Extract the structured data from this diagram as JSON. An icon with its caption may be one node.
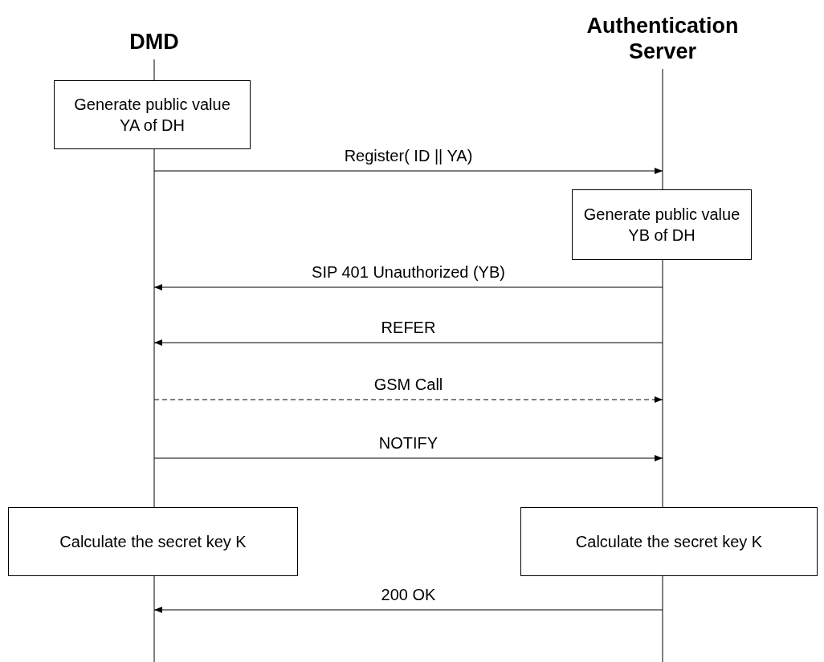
{
  "diagram": {
    "nodes": [
      {
        "text": [
          "DMD"
        ]
      },
      {
        "text": [
          "Authentication Server"
        ]
      },
      {
        "text": [
          "Generate public value YA of DH"
        ]
      },
      {
        "text": [
          "Generate public value YB of DH"
        ]
      },
      {
        "text": [
          "Calculate the secret key K"
        ]
      },
      {
        "text": [
          "Calculate the secret key K"
        ]
      }
    ],
    "edges": [
      {
        "from": 0,
        "to": 1,
        "arrow": "to",
        "label": "Register( ID || YA)"
      },
      {
        "from": 1,
        "to": 0,
        "arrow": "to",
        "label": "SIP 401 Unauthorized (YB)"
      },
      {
        "from": 1,
        "to": 0,
        "arrow": "to",
        "label": "REFER"
      },
      {
        "from": 0,
        "to": 1,
        "arrow": "to",
        "label": "GSM Call",
        "style": "dashed"
      },
      {
        "from": 0,
        "to": 1,
        "arrow": "to",
        "label": "NOTIFY"
      },
      {
        "from": 1,
        "to": 0,
        "arrow": "to",
        "label": "200 OK"
      }
    ]
  }
}
